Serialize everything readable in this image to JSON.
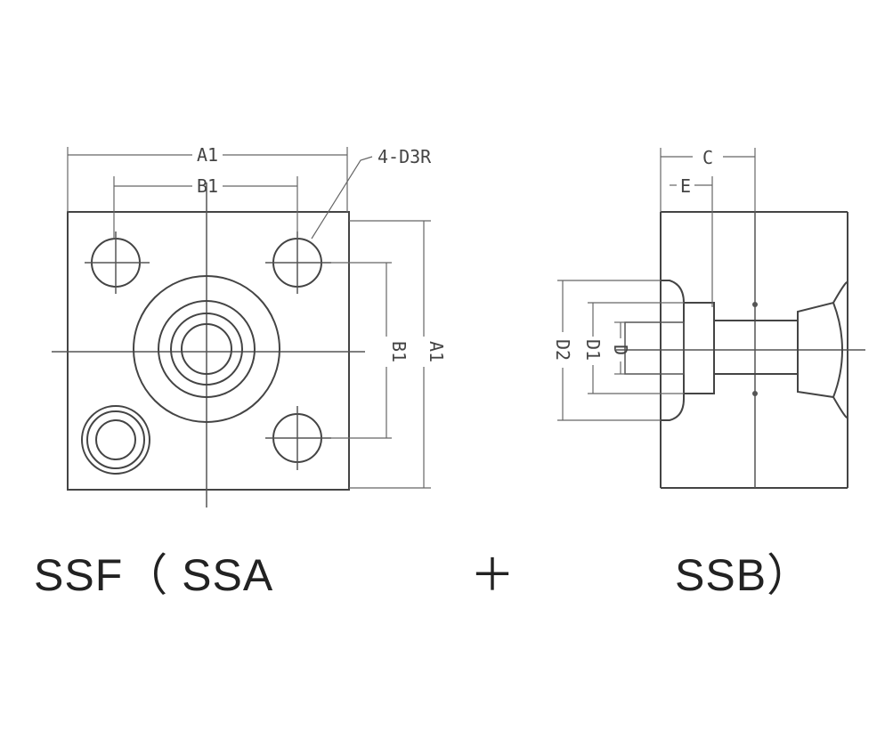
{
  "labels": {
    "a1_top": "A1",
    "b1_top": "B1",
    "holes": "4-D3R",
    "b1_side": "B1",
    "a1_side": "A1",
    "c": "C",
    "e": "E",
    "d2": "D2",
    "d1": "D1",
    "d": "D"
  },
  "captions": {
    "left": "SSF（ SSA",
    "plus": "＋",
    "right": "SSB）"
  }
}
